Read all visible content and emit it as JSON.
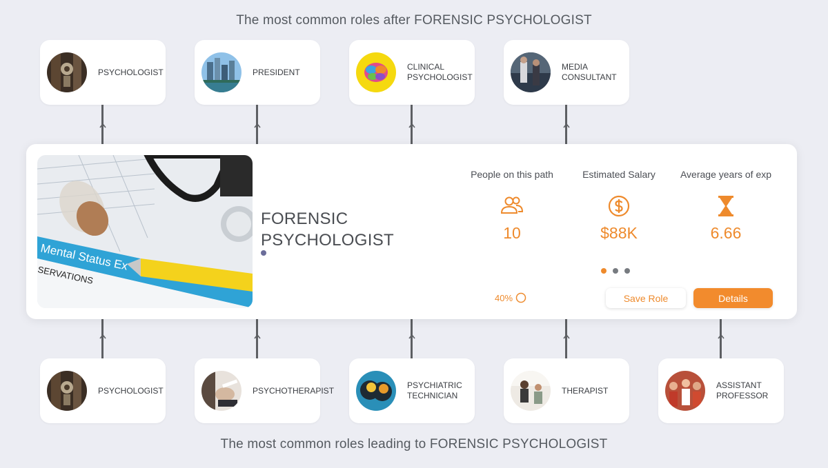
{
  "headings": {
    "top": "The most common roles after FORENSIC PSYCHOLOGIST",
    "bottom": "The most common roles leading to FORENSIC PSYCHOLOGIST"
  },
  "roles_after": [
    {
      "label": "PSYCHOLOGIST"
    },
    {
      "label": "PRESIDENT"
    },
    {
      "label": "CLINICAL PSYCHOLOGIST"
    },
    {
      "label": "MEDIA CONSULTANT"
    }
  ],
  "roles_before": [
    {
      "label": "PSYCHOLOGIST"
    },
    {
      "label": "PSYCHOTHERAPIST"
    },
    {
      "label": "PSYCHIATRIC TECHNICIAN"
    },
    {
      "label": "THERAPIST"
    },
    {
      "label": "ASSISTANT PROFESSOR"
    }
  ],
  "main": {
    "title": "FORENSIC PSYCHOLOGIST",
    "stats": [
      {
        "label": "People on this path",
        "value": "10",
        "icon": "people-icon"
      },
      {
        "label": "Estimated Salary",
        "value": "$88K",
        "icon": "dollar-icon"
      },
      {
        "label": "Average years of exp",
        "value": "6.66",
        "icon": "hourglass-icon"
      }
    ],
    "progress_text": "40%",
    "progress_value": 0.4,
    "save_label": "Save Role",
    "details_label": "Details",
    "pager": {
      "count": 3,
      "active": 0
    }
  },
  "colors": {
    "accent": "#ee8a2c",
    "background": "#ecedf3",
    "card": "#ffffff",
    "connector": "#5d5f63"
  }
}
